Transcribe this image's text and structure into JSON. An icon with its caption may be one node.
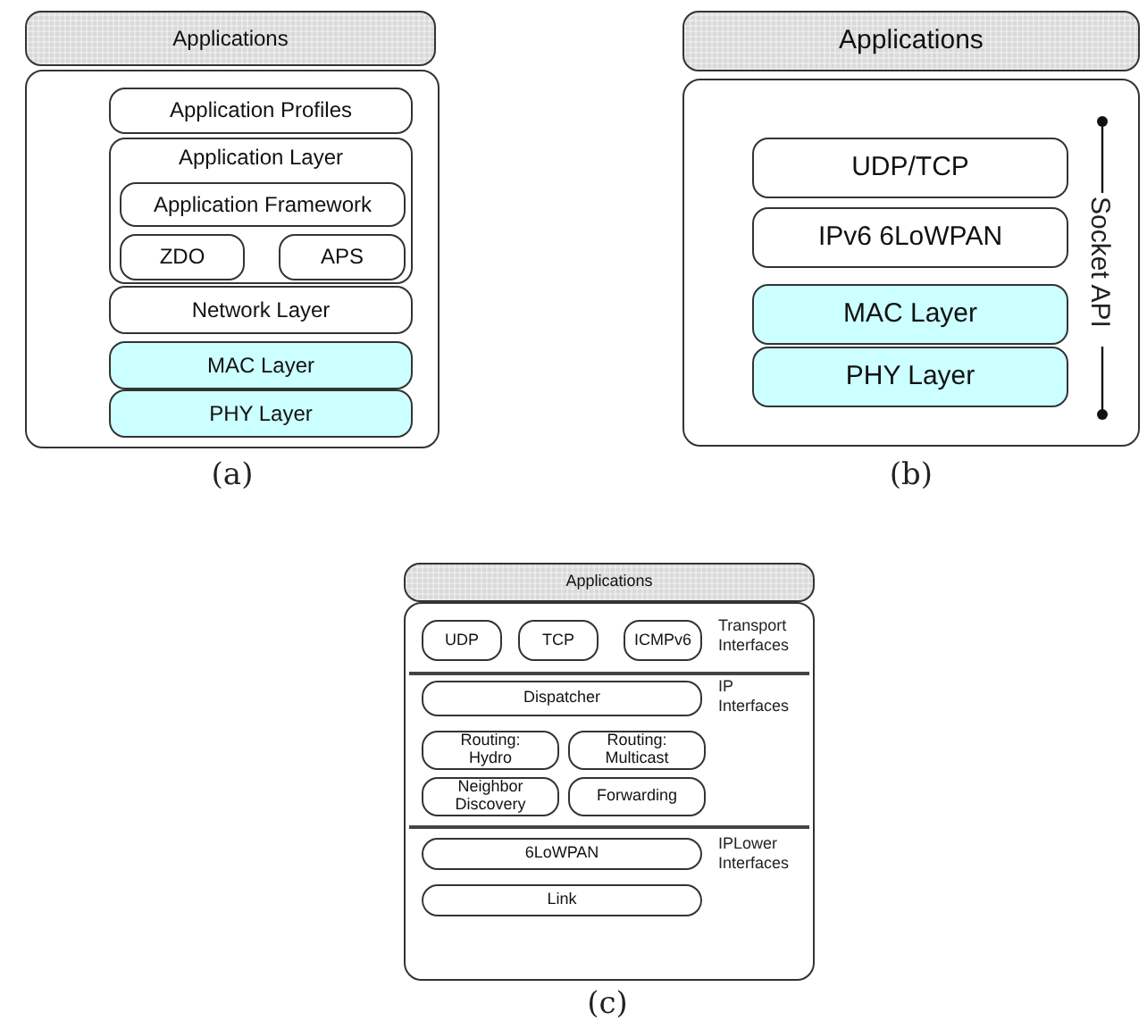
{
  "diagram": {
    "nodes": [
      {
        "text": [
          "Applications"
        ]
      },
      {
        "text": [],
        "shape": "box"
      },
      {
        "text": [
          "Application Profiles"
        ],
        "in": 1
      },
      {
        "text": [
          "Application Layer"
        ],
        "in": 1
      },
      {
        "text": [
          "Application Framework"
        ],
        "in": 3
      },
      {
        "text": [
          "ZDO"
        ],
        "in": 3
      },
      {
        "text": [
          "APS"
        ],
        "in": 3
      },
      {
        "text": [
          "Network Layer"
        ],
        "in": 1
      },
      {
        "text": [
          "MAC Layer"
        ],
        "in": 1
      },
      {
        "text": [
          "PHY Layer"
        ],
        "in": 1
      },
      {
        "text": [
          "Applications"
        ]
      },
      {
        "text": [],
        "shape": "box"
      },
      {
        "text": [
          "UDP/TCP"
        ],
        "in": 11
      },
      {
        "text": [
          "IPv6 6LoWPAN"
        ],
        "in": 11
      },
      {
        "text": [
          "MAC Layer"
        ],
        "in": 11
      },
      {
        "text": [
          "PHY Layer"
        ],
        "in": 11
      },
      {
        "text": [
          "Applications"
        ]
      },
      {
        "text": [],
        "shape": "box"
      },
      {
        "text": [
          "UDP"
        ],
        "in": 17
      },
      {
        "text": [
          "TCP"
        ],
        "in": 17
      },
      {
        "text": [
          "ICMPv6"
        ],
        "in": 17
      },
      {
        "text": [
          "Dispatcher"
        ],
        "in": 17
      },
      {
        "text": [
          "Routing: Hydro"
        ],
        "in": 17
      },
      {
        "text": [
          "Routing: Multicast"
        ],
        "in": 17
      },
      {
        "text": [
          "Neighbor Discovery"
        ],
        "in": 17
      },
      {
        "text": [
          "Forwarding"
        ],
        "in": 17
      },
      {
        "text": [
          "6LoWPAN"
        ],
        "in": 17
      },
      {
        "text": [
          "Link"
        ],
        "in": 17
      }
    ],
    "edges": [],
    "labels": [
      "Socket API",
      "(a)",
      "(b)",
      "Transport Interfaces",
      "IP Interfaces",
      "IPLower Interfaces",
      "(c)"
    ]
  }
}
